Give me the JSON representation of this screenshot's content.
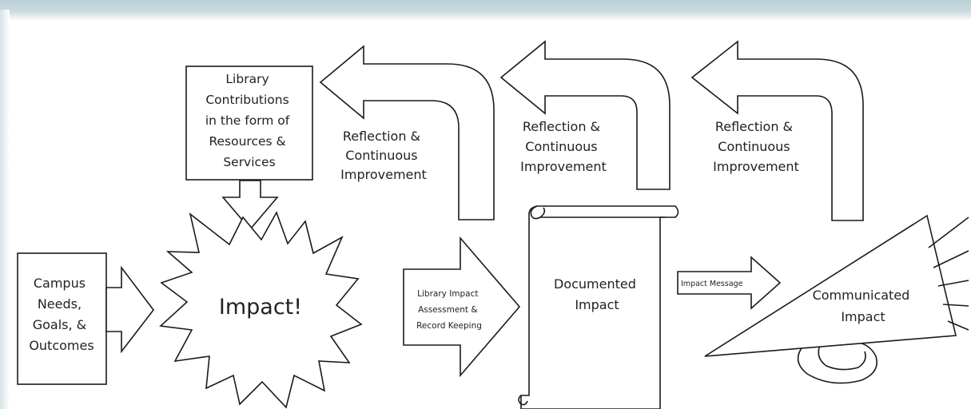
{
  "diagram": {
    "contributions_box": [
      "Library",
      "Contributions",
      "in the form of",
      "Resources &",
      "Services"
    ],
    "campus_box": [
      "Campus",
      "Needs,",
      "Goals, &",
      "Outcomes"
    ],
    "impact_star": "Impact!",
    "reflection_1": [
      "Reflection &",
      "Continuous",
      "Improvement"
    ],
    "reflection_2": [
      "Reflection &",
      "Continuous",
      "Improvement"
    ],
    "reflection_3": [
      "Reflection &",
      "Continuous",
      "Improvement"
    ],
    "assessment_arrow": [
      "Library Impact",
      "Assessment &",
      "Record Keeping"
    ],
    "documented_scroll": [
      "Documented",
      "Impact"
    ],
    "message_arrow": "Impact Message",
    "communicated_megaphone": [
      "Communicated",
      "Impact"
    ]
  }
}
